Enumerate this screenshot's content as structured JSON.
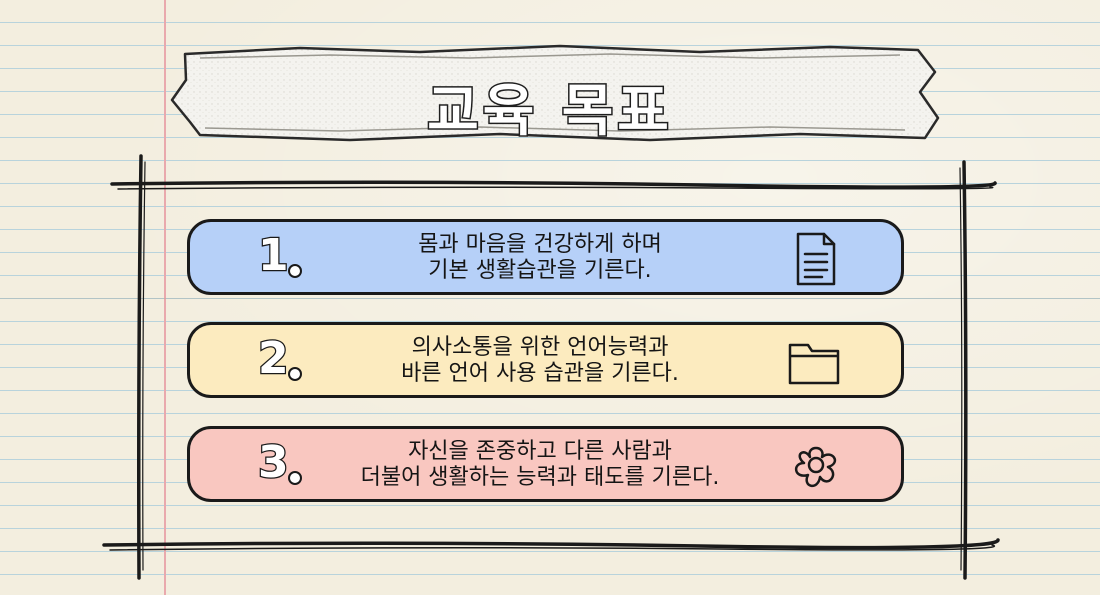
{
  "title": "교육 목표",
  "goals": [
    {
      "number": "1",
      "line1": "몸과 마음을 건강하게 하며",
      "line2": "기본 생활습관을 기른다.",
      "icon": "document-icon",
      "color": "#b6d0f8"
    },
    {
      "number": "2",
      "line1": "의사소통을 위한 언어능력과",
      "line2": "바른 언어 사용 습관을 기른다.",
      "icon": "folder-icon",
      "color": "#fcebbf"
    },
    {
      "number": "3",
      "line1": "자신을 존중하고 다른 사람과",
      "line2": "더불어 생활하는 능력과 태도를 기른다.",
      "icon": "flower-icon",
      "color": "#f9c7c0"
    }
  ]
}
